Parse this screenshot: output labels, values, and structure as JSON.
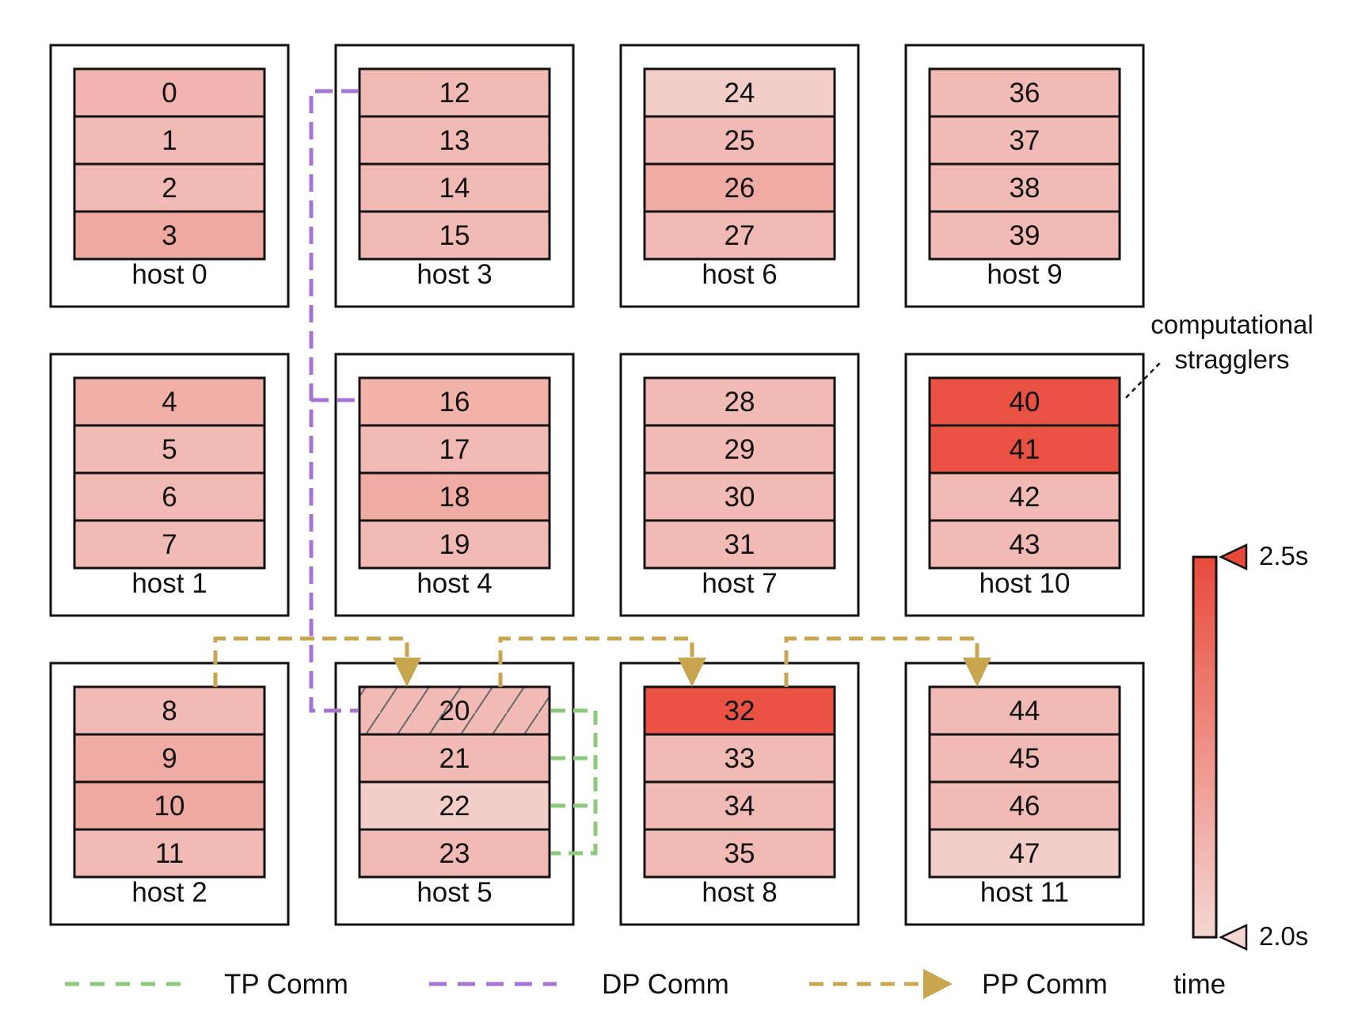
{
  "diagram": {
    "columns": [
      [
        {
          "label": "host 0",
          "gpus": [
            {
              "id": "0",
              "time": 2.12
            },
            {
              "id": "1",
              "time": 2.1
            },
            {
              "id": "2",
              "time": 2.1
            },
            {
              "id": "3",
              "time": 2.16
            }
          ]
        },
        {
          "label": "host 1",
          "gpus": [
            {
              "id": "4",
              "time": 2.14
            },
            {
              "id": "5",
              "time": 2.1
            },
            {
              "id": "6",
              "time": 2.1
            },
            {
              "id": "7",
              "time": 2.1
            }
          ]
        },
        {
          "label": "host 2",
          "gpus": [
            {
              "id": "8",
              "time": 2.1
            },
            {
              "id": "9",
              "time": 2.15
            },
            {
              "id": "10",
              "time": 2.16
            },
            {
              "id": "11",
              "time": 2.1
            }
          ]
        }
      ],
      [
        {
          "label": "host 3",
          "gpus": [
            {
              "id": "12",
              "time": 2.1
            },
            {
              "id": "13",
              "time": 2.1
            },
            {
              "id": "14",
              "time": 2.1
            },
            {
              "id": "15",
              "time": 2.1
            }
          ]
        },
        {
          "label": "host 4",
          "gpus": [
            {
              "id": "16",
              "time": 2.13
            },
            {
              "id": "17",
              "time": 2.1
            },
            {
              "id": "18",
              "time": 2.15
            },
            {
              "id": "19",
              "time": 2.1
            }
          ]
        },
        {
          "label": "host 5",
          "gpus": [
            {
              "id": "20",
              "time": 2.1,
              "hatched": true
            },
            {
              "id": "21",
              "time": 2.1
            },
            {
              "id": "22",
              "time": 2.03
            },
            {
              "id": "23",
              "time": 2.1
            }
          ]
        }
      ],
      [
        {
          "label": "host 6",
          "gpus": [
            {
              "id": "24",
              "time": 2.03
            },
            {
              "id": "25",
              "time": 2.1
            },
            {
              "id": "26",
              "time": 2.15
            },
            {
              "id": "27",
              "time": 2.1
            }
          ]
        },
        {
          "label": "host 7",
          "gpus": [
            {
              "id": "28",
              "time": 2.1
            },
            {
              "id": "29",
              "time": 2.1
            },
            {
              "id": "30",
              "time": 2.1
            },
            {
              "id": "31",
              "time": 2.1
            }
          ]
        },
        {
          "label": "host 8",
          "gpus": [
            {
              "id": "32",
              "time": 2.47
            },
            {
              "id": "33",
              "time": 2.1
            },
            {
              "id": "34",
              "time": 2.1
            },
            {
              "id": "35",
              "time": 2.1
            }
          ]
        }
      ],
      [
        {
          "label": "host 9",
          "gpus": [
            {
              "id": "36",
              "time": 2.1
            },
            {
              "id": "37",
              "time": 2.1
            },
            {
              "id": "38",
              "time": 2.1
            },
            {
              "id": "39",
              "time": 2.1
            }
          ]
        },
        {
          "label": "host 10",
          "gpus": [
            {
              "id": "40",
              "time": 2.47
            },
            {
              "id": "41",
              "time": 2.47
            },
            {
              "id": "42",
              "time": 2.1
            },
            {
              "id": "43",
              "time": 2.1
            }
          ]
        },
        {
          "label": "host 11",
          "gpus": [
            {
              "id": "44",
              "time": 2.1
            },
            {
              "id": "45",
              "time": 2.1
            },
            {
              "id": "46",
              "time": 2.1
            },
            {
              "id": "47",
              "time": 2.03
            }
          ]
        }
      ]
    ],
    "annotation": {
      "line1": "computational",
      "line2": "stragglers"
    },
    "colorbar": {
      "max_label": "2.5s",
      "min_label": "2.0s",
      "title": "time",
      "max_value": 2.5,
      "min_value": 2.0,
      "color_low": "#f4d6d2",
      "color_high": "#e84a3a"
    },
    "legend": {
      "tp": "TP Comm",
      "dp": "DP Comm",
      "pp": "PP Comm"
    },
    "colors": {
      "tp": "#8cc97a",
      "dp": "#a675d1",
      "pp": "#c8a650",
      "straggler": "#e57060",
      "border": "#111111"
    }
  }
}
